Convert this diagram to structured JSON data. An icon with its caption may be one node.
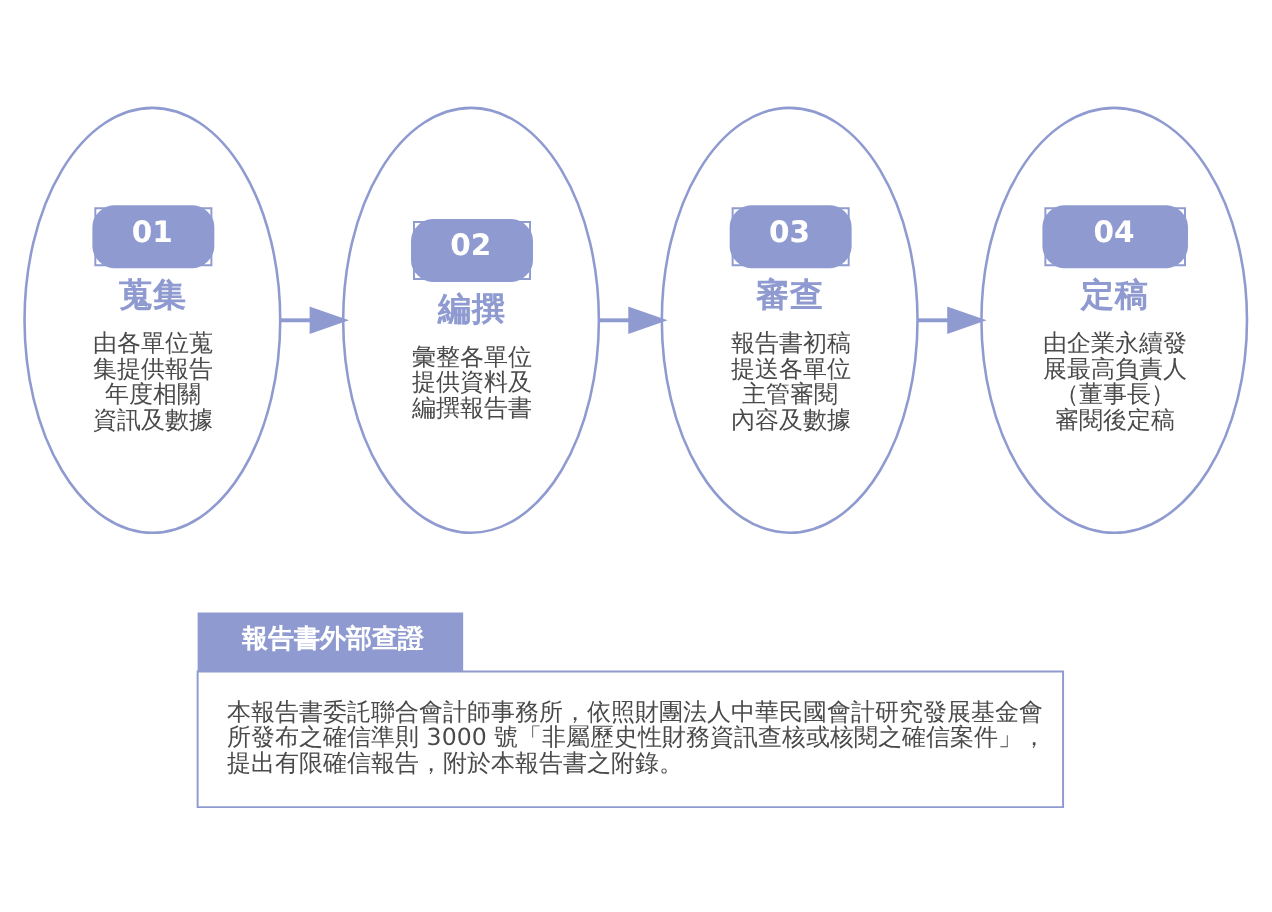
{
  "diagram": {
    "nodes": [
      {
        "text": [
          "01",
          "蒐集",
          "由各單位蒐集提供報告年度相關資訊及數據"
        ]
      },
      {
        "text": [
          "02",
          "編撰",
          "彙整各單位提供資料及編撰報告書"
        ]
      },
      {
        "text": [
          "03",
          "審查",
          "報告書初稿提送各單位主管審閱內容及數據"
        ]
      },
      {
        "text": [
          "04",
          "定稿",
          "由企業永續發展最高負責人（董事長）審閱後定稿"
        ]
      },
      {
        "text": [
          "報告書外部查證",
          "本報告書委託聯合會計師事務所，依照財團法人中華民國會計研究發展基金會所發布之確信準則 3000 號「非屬歷史性財務資訊查核或核閱之確信案件」，提出有限確信報告，附於本報告書之附錄。"
        ]
      }
    ],
    "edges": [
      {
        "from": 0,
        "to": 1,
        "arrow": "to"
      },
      {
        "from": 1,
        "to": 2,
        "arrow": "to"
      },
      {
        "from": 2,
        "to": 3,
        "arrow": "to"
      }
    ]
  }
}
